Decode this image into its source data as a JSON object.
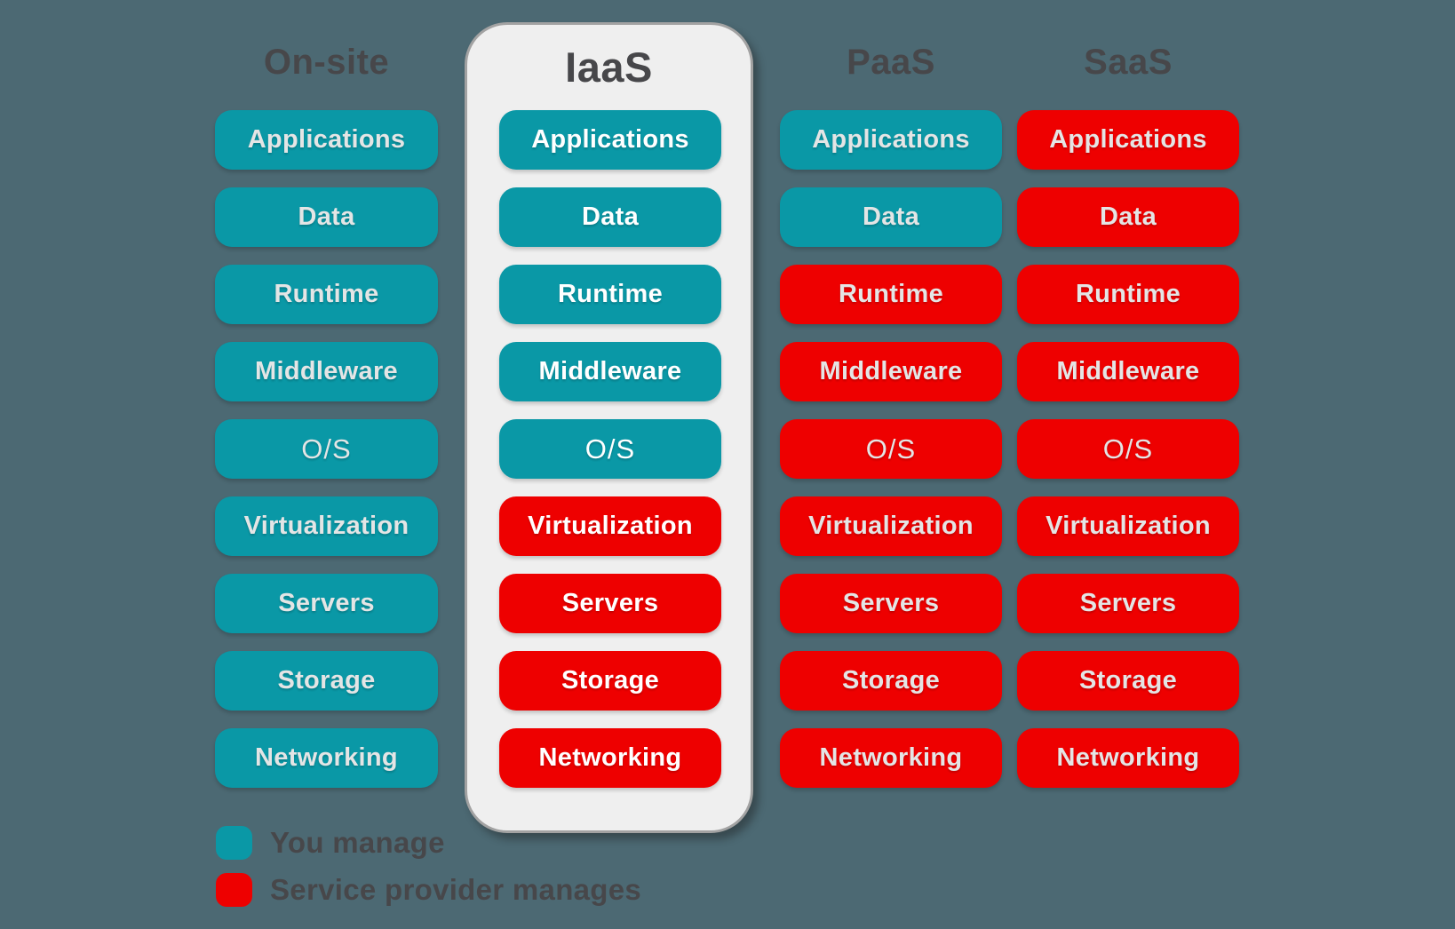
{
  "colors": {
    "background": "#4C6973",
    "manage": "#0A98A6",
    "provider": "#EE0000",
    "panel": "#EFEFEF",
    "panel_border": "#A2A2A2",
    "heading_text": "#47474A",
    "pill_text": "#E4E5E5",
    "pill_text_highlight": "#FFFFFF"
  },
  "columns": [
    {
      "title": "On-site",
      "highlighted": false,
      "pills": [
        {
          "label": "Applications",
          "color": "manage"
        },
        {
          "label": "Data",
          "color": "manage"
        },
        {
          "label": "Runtime",
          "color": "manage"
        },
        {
          "label": "Middleware",
          "color": "manage"
        },
        {
          "label": "O/S",
          "color": "manage"
        },
        {
          "label": "Virtualization",
          "color": "manage"
        },
        {
          "label": "Servers",
          "color": "manage"
        },
        {
          "label": "Storage",
          "color": "manage"
        },
        {
          "label": "Networking",
          "color": "manage"
        }
      ]
    },
    {
      "title": "IaaS",
      "highlighted": true,
      "pills": [
        {
          "label": "Applications",
          "color": "manage"
        },
        {
          "label": "Data",
          "color": "manage"
        },
        {
          "label": "Runtime",
          "color": "manage"
        },
        {
          "label": "Middleware",
          "color": "manage"
        },
        {
          "label": "O/S",
          "color": "manage"
        },
        {
          "label": "Virtualization",
          "color": "provider"
        },
        {
          "label": "Servers",
          "color": "provider"
        },
        {
          "label": "Storage",
          "color": "provider"
        },
        {
          "label": "Networking",
          "color": "provider"
        }
      ]
    },
    {
      "title": "PaaS",
      "highlighted": false,
      "pills": [
        {
          "label": "Applications",
          "color": "manage"
        },
        {
          "label": "Data",
          "color": "manage"
        },
        {
          "label": "Runtime",
          "color": "provider"
        },
        {
          "label": "Middleware",
          "color": "provider"
        },
        {
          "label": "O/S",
          "color": "provider"
        },
        {
          "label": "Virtualization",
          "color": "provider"
        },
        {
          "label": "Servers",
          "color": "provider"
        },
        {
          "label": "Storage",
          "color": "provider"
        },
        {
          "label": "Networking",
          "color": "provider"
        }
      ]
    },
    {
      "title": "SaaS",
      "highlighted": false,
      "pills": [
        {
          "label": "Applications",
          "color": "provider"
        },
        {
          "label": "Data",
          "color": "provider"
        },
        {
          "label": "Runtime",
          "color": "provider"
        },
        {
          "label": "Middleware",
          "color": "provider"
        },
        {
          "label": "O/S",
          "color": "provider"
        },
        {
          "label": "Virtualization",
          "color": "provider"
        },
        {
          "label": "Servers",
          "color": "provider"
        },
        {
          "label": "Storage",
          "color": "provider"
        },
        {
          "label": "Networking",
          "color": "provider"
        }
      ]
    }
  ],
  "legend": {
    "items": [
      {
        "label": "You manage",
        "color": "manage"
      },
      {
        "label": "Service provider manages",
        "color": "provider"
      }
    ]
  }
}
